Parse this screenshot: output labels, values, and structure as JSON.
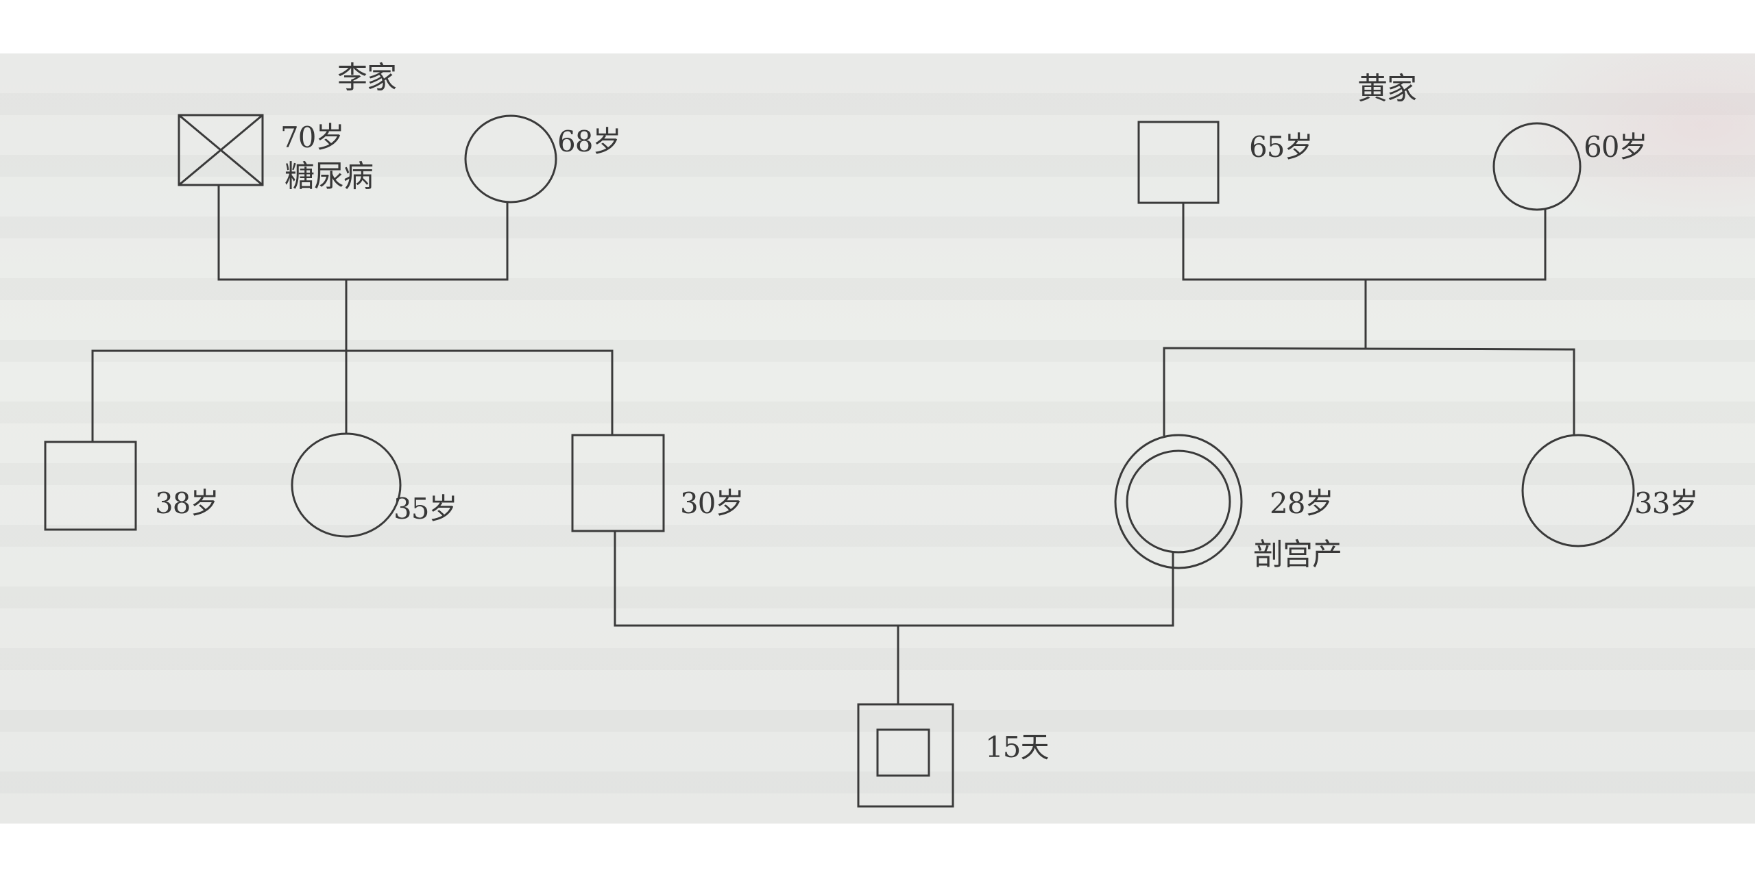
{
  "diagram": {
    "type": "family-genogram",
    "families": {
      "li": {
        "title": "李家"
      },
      "huang": {
        "title": "黄家"
      }
    },
    "members": {
      "li_father": {
        "sex": "male",
        "age": "70岁",
        "note": "糖尿病",
        "marker": "crossed-square"
      },
      "li_mother": {
        "sex": "female",
        "age": "68岁"
      },
      "li_son1": {
        "sex": "male",
        "age": "38岁"
      },
      "li_daughter": {
        "sex": "female",
        "age": "35岁"
      },
      "li_son2": {
        "sex": "male",
        "age": "30岁"
      },
      "huang_father": {
        "sex": "male",
        "age": "65岁"
      },
      "huang_mother": {
        "sex": "female",
        "age": "60岁"
      },
      "huang_daughter1": {
        "sex": "female",
        "age": "28岁",
        "note": "剖宫产",
        "marker": "double-circle"
      },
      "huang_daughter2": {
        "sex": "female",
        "age": "33岁"
      },
      "child": {
        "sex": "male",
        "age": "15天",
        "marker": "double-square"
      }
    },
    "relations": [
      {
        "type": "marriage",
        "partners": [
          "li_father",
          "li_mother"
        ],
        "children": [
          "li_son1",
          "li_daughter",
          "li_son2"
        ]
      },
      {
        "type": "marriage",
        "partners": [
          "huang_father",
          "huang_mother"
        ],
        "children": [
          "huang_daughter1",
          "huang_daughter2"
        ]
      },
      {
        "type": "marriage",
        "partners": [
          "li_son2",
          "huang_daughter1"
        ],
        "children": [
          "child"
        ]
      }
    ],
    "colors": {
      "stroke": "#3a3a3a",
      "paper": "#eaebe9",
      "margin": "#ffffff"
    }
  }
}
